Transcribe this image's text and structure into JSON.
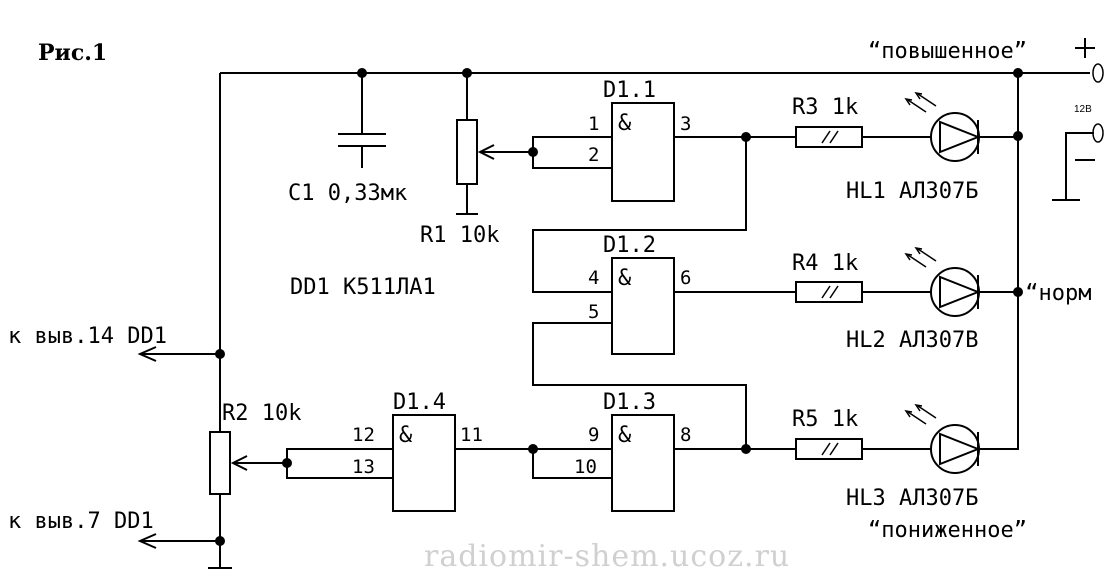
{
  "figure_label": "Рис.1",
  "supply": {
    "label_high": "“повышенное”",
    "label_norm": "•“норм",
    "label_low": "“пониженное”",
    "plus_sign": "+",
    "minus_sign": "−",
    "voltage": "12В"
  },
  "ic_label": "DD1 K511ЛA1",
  "components": {
    "C1": "C1 0,33мк",
    "R1": "R1 10k",
    "R2": "R2 10k",
    "R3": "R3 1k",
    "R4": "R4 1k",
    "R5": "R5 1k",
    "HL1": "HL1 AЛ307Б",
    "HL2": "HL2 AЛ307B",
    "HL3": "HL3 AЛ307Б"
  },
  "gates": {
    "d11": {
      "name": "D1.1",
      "symbol": "&",
      "in1": "1",
      "in2": "2",
      "out": "3"
    },
    "d12": {
      "name": "D1.2",
      "symbol": "&",
      "in1": "4",
      "in2": "5",
      "out": "6"
    },
    "d13": {
      "name": "D1.3",
      "symbol": "&",
      "in1": "9",
      "in2": "10",
      "out": "8"
    },
    "d14": {
      "name": "D1.4",
      "symbol": "&",
      "in1": "12",
      "in2": "13",
      "out": "11"
    }
  },
  "connections": {
    "pin14": "к выв.14 DD1",
    "pin7": "к выв.7 DD1"
  },
  "watermark": "radiomir-shem.ucoz.ru"
}
